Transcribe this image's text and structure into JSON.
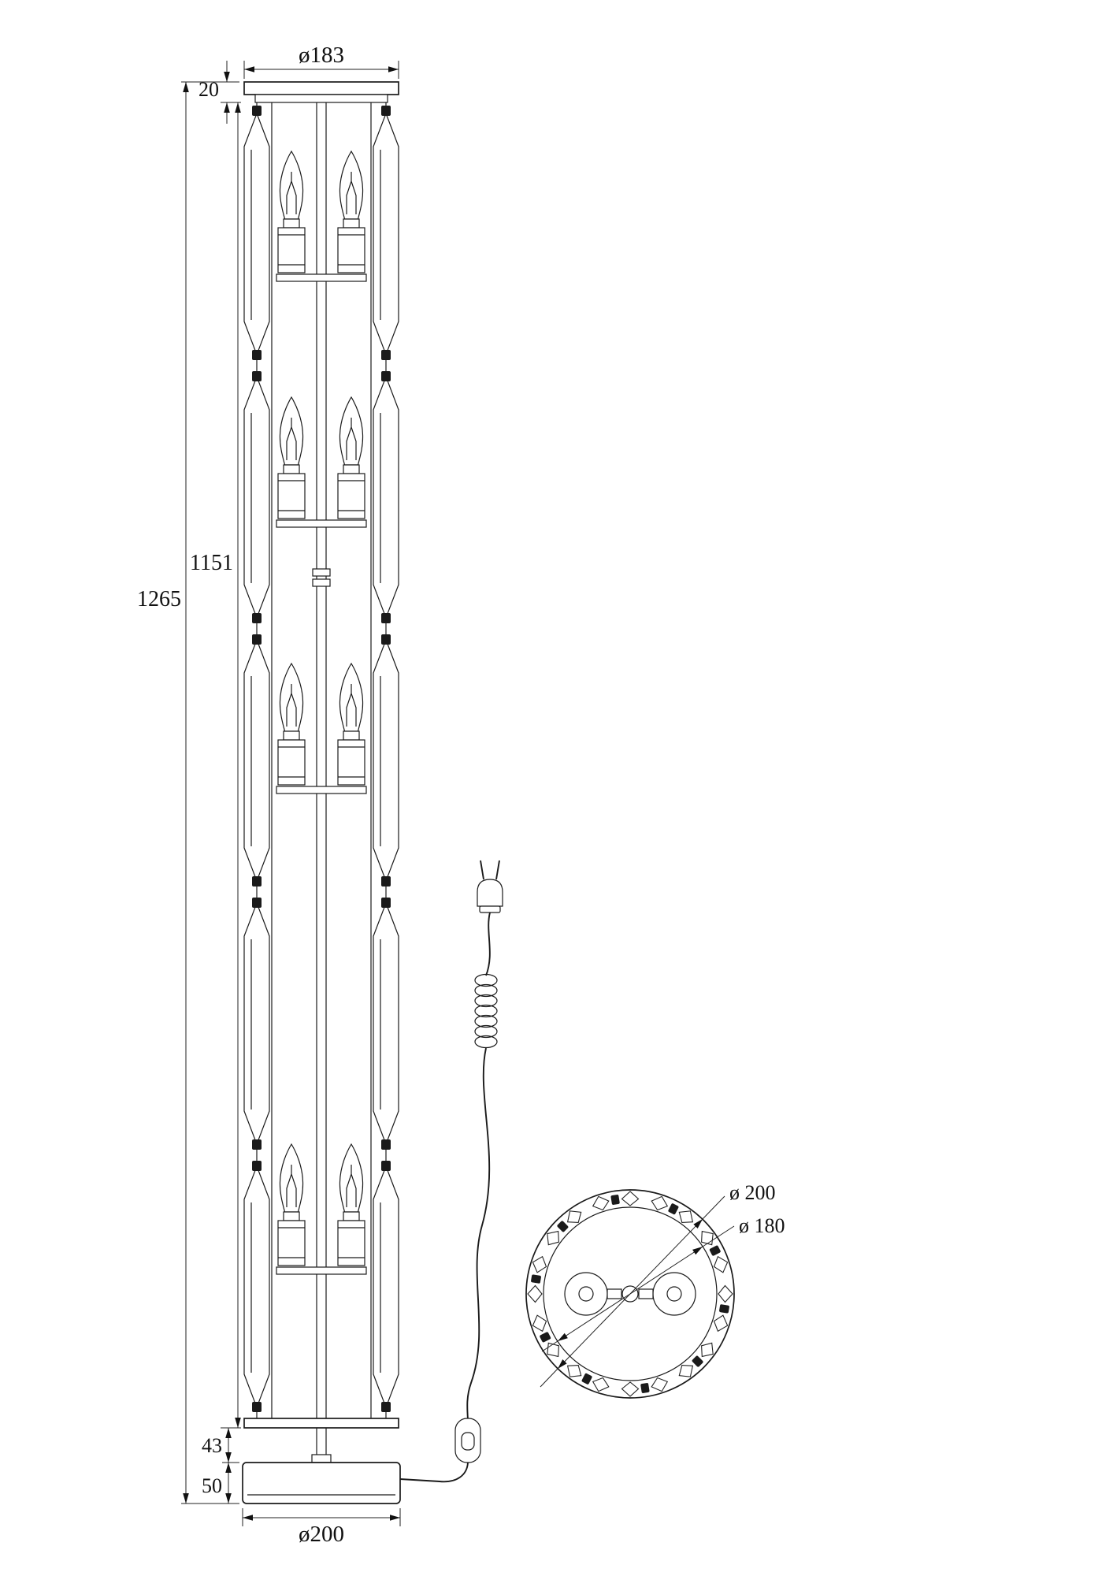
{
  "front_view": {
    "plate_diameter": "ø183",
    "plate_offset": "20",
    "shade_height": "1151",
    "total_height": "1265",
    "neck_height": "43",
    "base_height": "50",
    "base_diameter": "ø200"
  },
  "top_view": {
    "outer_diameter": "ø 200",
    "inner_diameter": "ø 180"
  }
}
